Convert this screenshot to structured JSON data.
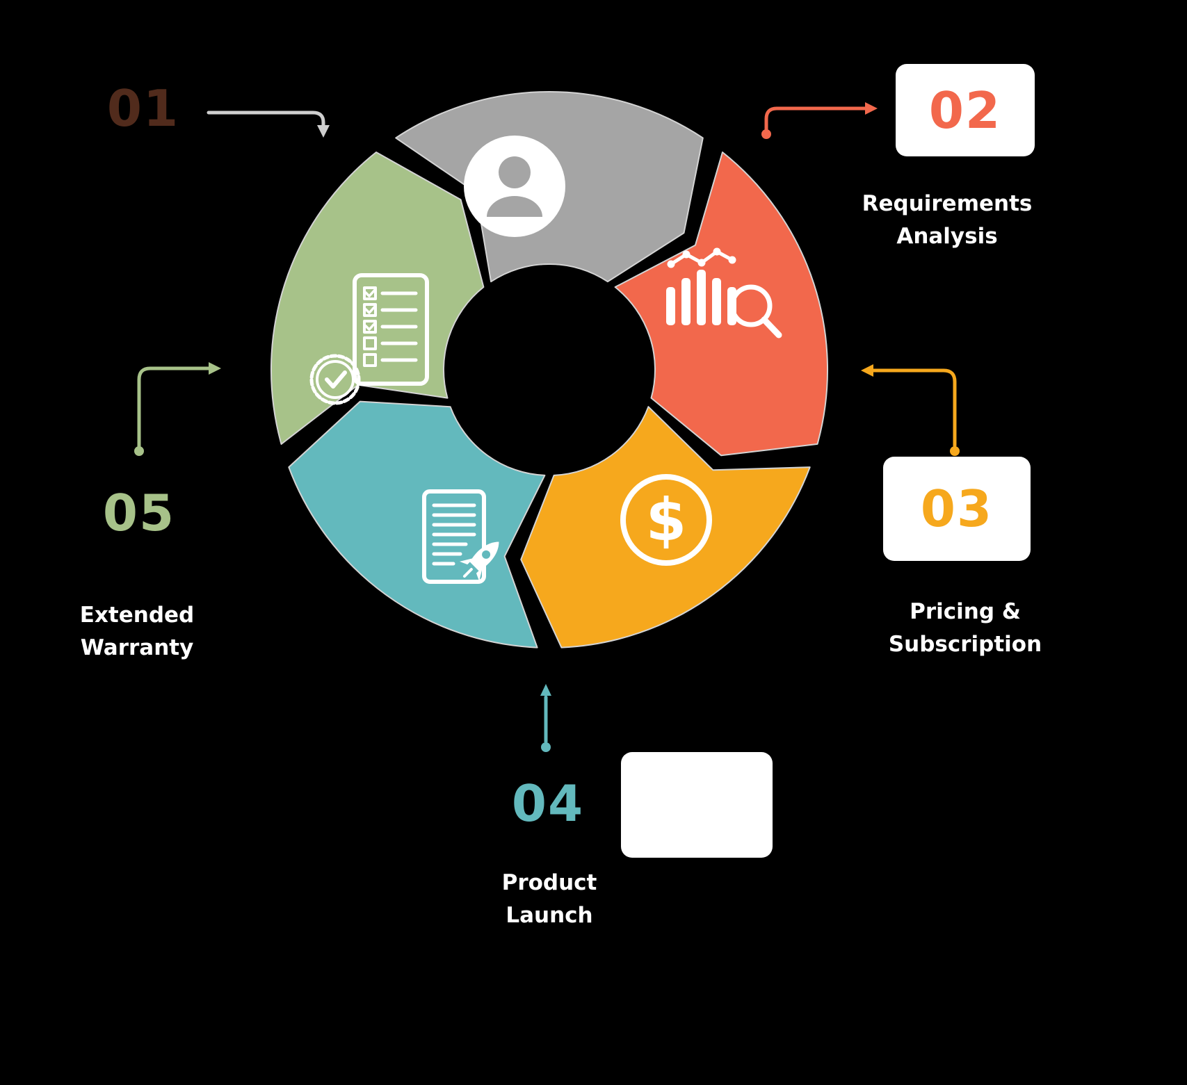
{
  "background_color": "#000000",
  "card_color": "#ffffff",
  "label_text_color": "#ffffff",
  "segment_outline_color": "#d4d4d4",
  "steps": [
    {
      "number": "01",
      "number_color": "#512b1c",
      "segment_color": "#a5a5a5",
      "connector_color": "#cfcfcf",
      "icon": "person-icon",
      "label_lines": []
    },
    {
      "number": "02",
      "number_color": "#f2684c",
      "segment_color": "#f2684c",
      "connector_color": "#f2684c",
      "icon": "bar-chart-magnifier-icon",
      "label_lines": [
        "Requirements",
        "Analysis"
      ]
    },
    {
      "number": "03",
      "number_color": "#f6a81d",
      "segment_color": "#f6a81d",
      "connector_color": "#f6a81d",
      "icon": "dollar-coin-icon",
      "icon_glyph": "$",
      "label_lines": [
        "Pricing &",
        "Subscription"
      ]
    },
    {
      "number": "04",
      "number_color": "#63b9bd",
      "segment_color": "#63b9bd",
      "connector_color": "#63b9bd",
      "icon": "document-rocket-icon",
      "label_lines": [
        "Product",
        "Launch"
      ]
    },
    {
      "number": "05",
      "number_color": "#a7c289",
      "segment_color": "#a7c289",
      "connector_color": "#a7c289",
      "icon": "checklist-badge-icon",
      "label_lines": [
        "Extended Warranty"
      ]
    }
  ]
}
